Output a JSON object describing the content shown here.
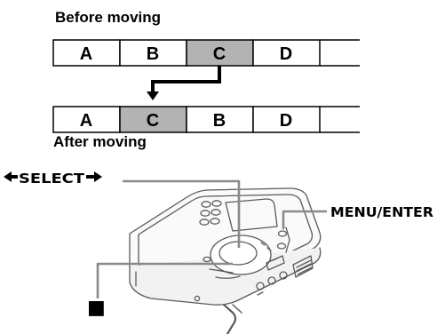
{
  "before_title": "Before moving",
  "after_title": "After moving",
  "before_tracks": [
    "A",
    "B",
    "C",
    "D",
    ""
  ],
  "after_tracks": [
    "A",
    "C",
    "B",
    "D",
    ""
  ],
  "highlight_track": "C",
  "select_label": "SELECT",
  "menu_enter_label": "MENU/ENTER",
  "stop_symbol": "■",
  "colors": {
    "highlight": "#b3b3b3",
    "ink": "#000000",
    "device_line": "#7a7a7a"
  }
}
